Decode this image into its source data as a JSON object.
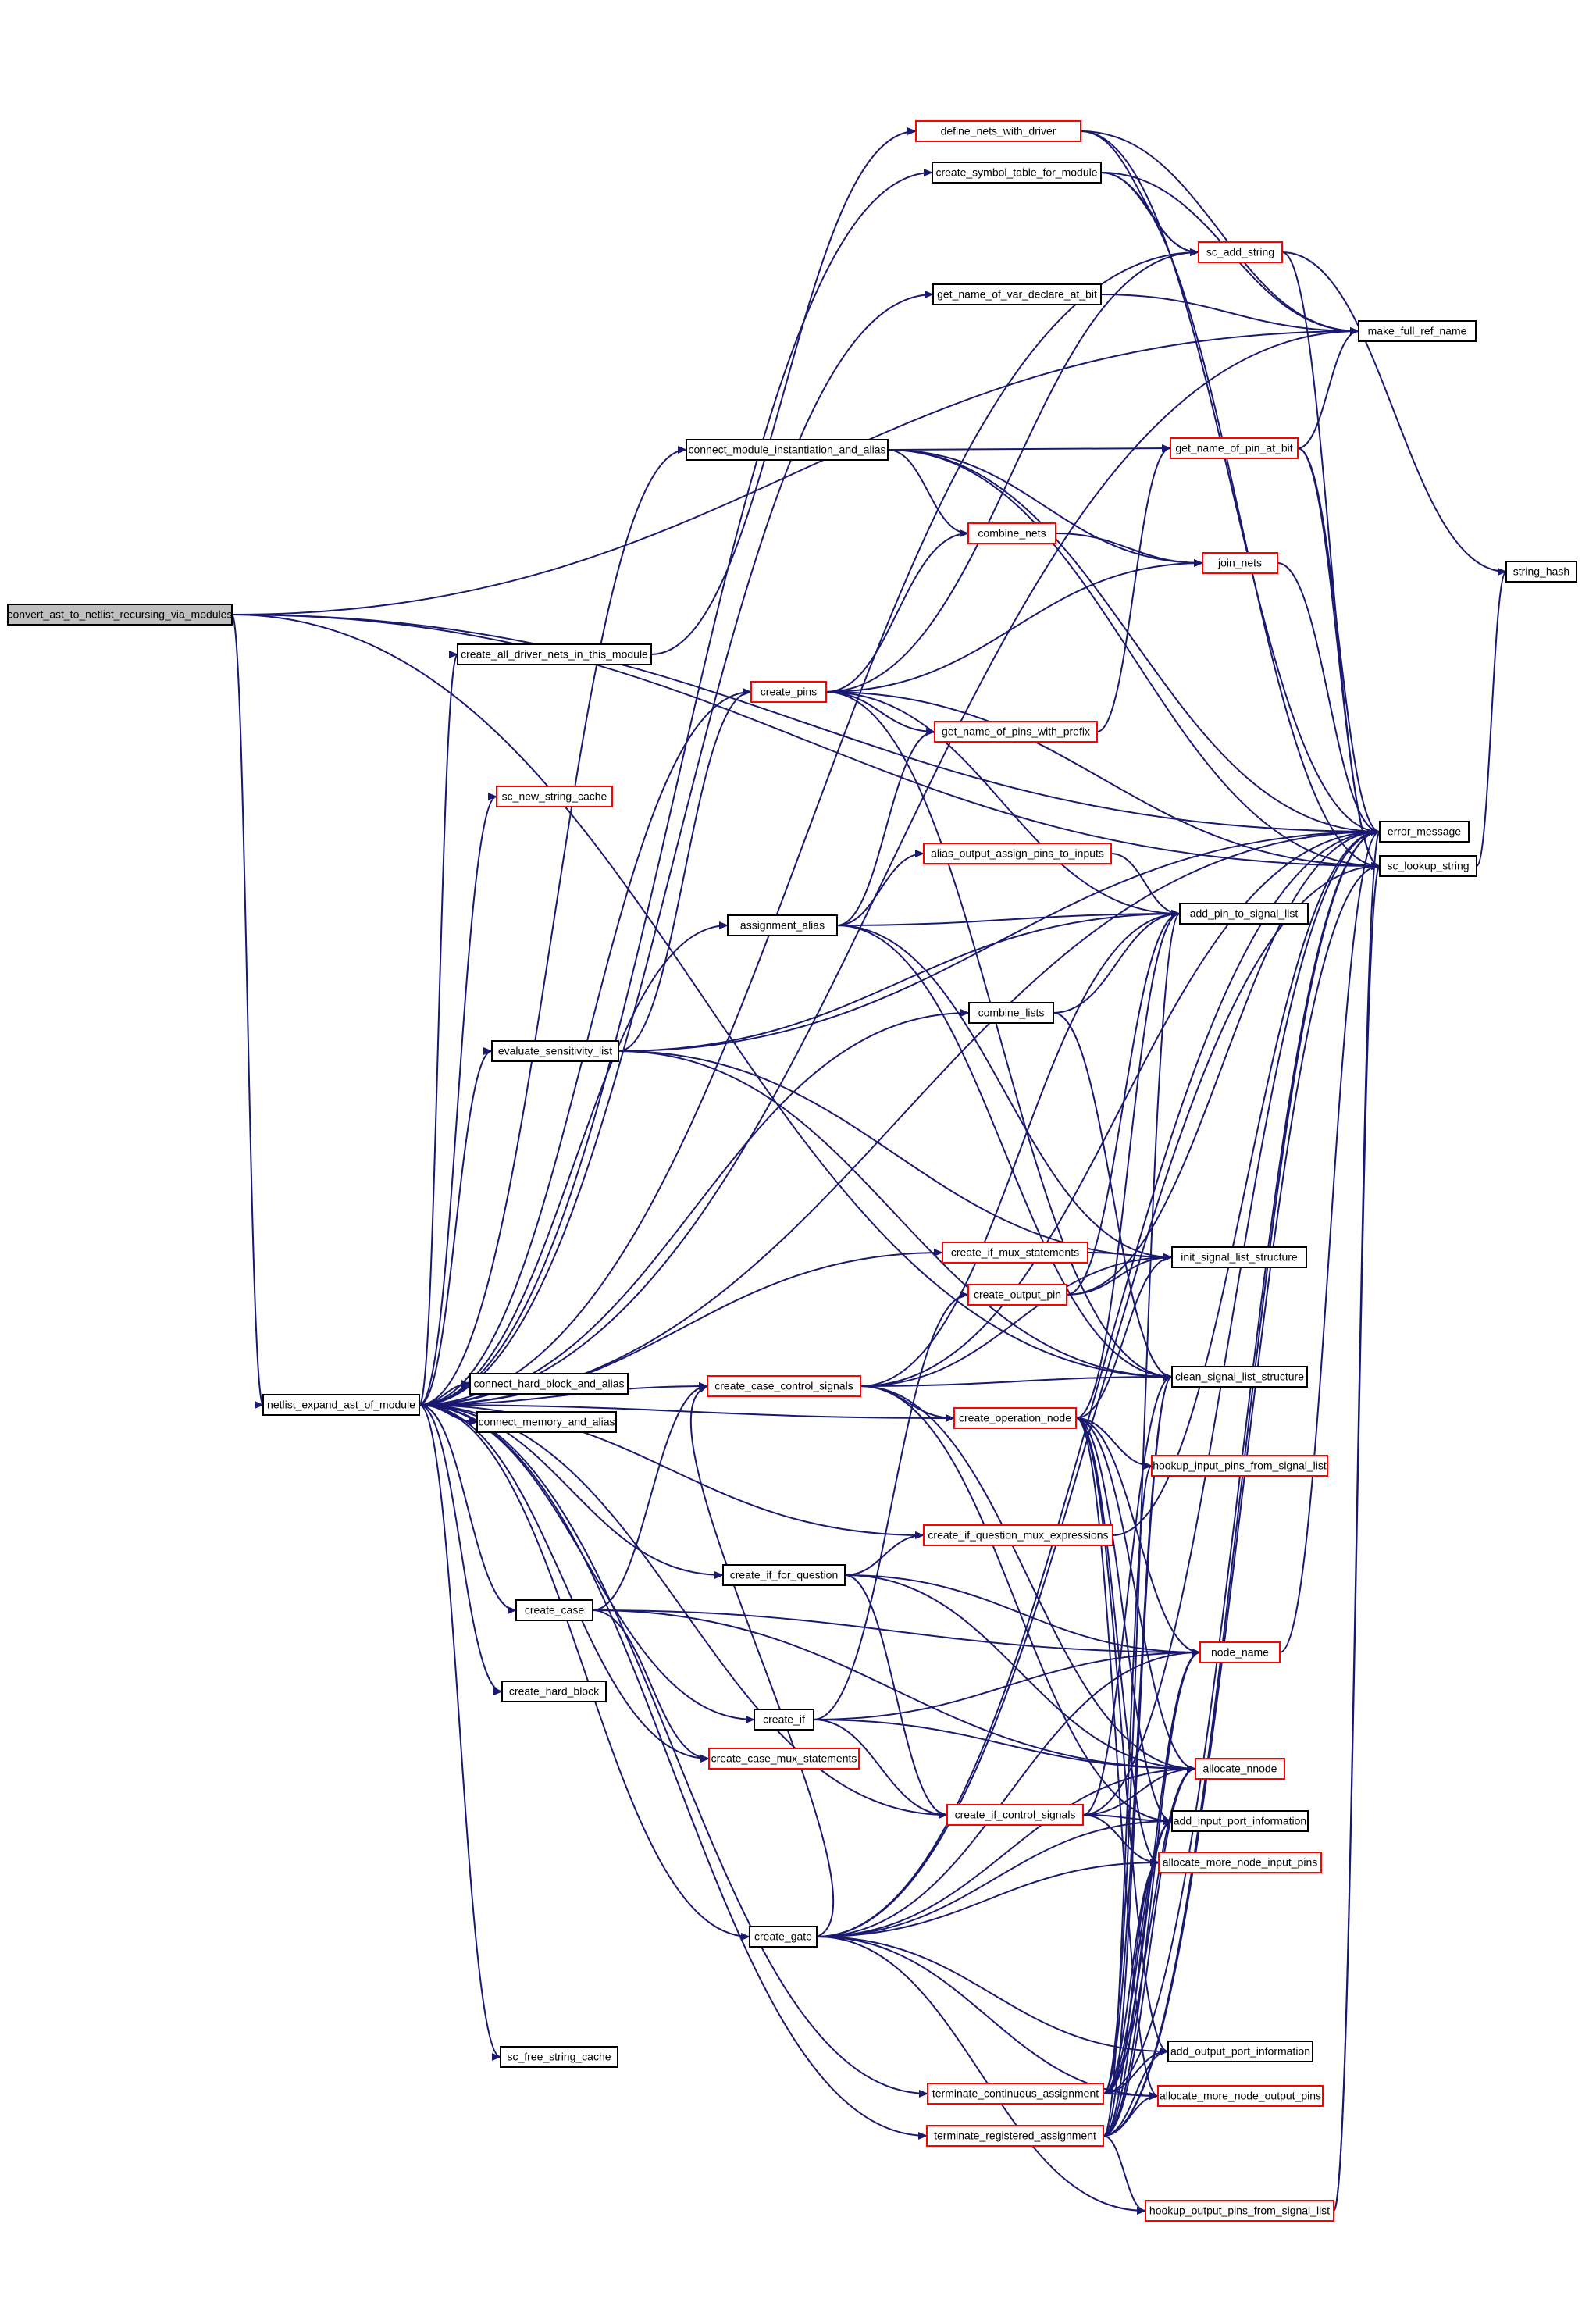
{
  "colors": {
    "edge": "#191970",
    "node_border_normal": "#000000",
    "node_border_incomplete": "#ff0000",
    "node_fill_root": "#bfbfbf",
    "node_fill": "#ffffff"
  },
  "nodes": [
    {
      "id": "root",
      "label": "convert_ast_to_netlist_recursing_via_modules",
      "style": "root"
    },
    {
      "id": "netlist",
      "label": "netlist_expand_ast_of_module",
      "style": "normal"
    },
    {
      "id": "define_nets",
      "label": "define_nets_with_driver",
      "style": "red"
    },
    {
      "id": "create_symbol",
      "label": "create_symbol_table_for_module",
      "style": "normal"
    },
    {
      "id": "sc_add",
      "label": "sc_add_string",
      "style": "red"
    },
    {
      "id": "get_name_var",
      "label": "get_name_of_var_declare_at_bit",
      "style": "normal"
    },
    {
      "id": "make_full",
      "label": "make_full_ref_name",
      "style": "normal"
    },
    {
      "id": "connect_module",
      "label": "connect_module_instantiation_and_alias",
      "style": "normal"
    },
    {
      "id": "get_name_pin",
      "label": "get_name_of_pin_at_bit",
      "style": "red"
    },
    {
      "id": "combine_nets",
      "label": "combine_nets",
      "style": "red"
    },
    {
      "id": "join_nets",
      "label": "join_nets",
      "style": "red"
    },
    {
      "id": "string_hash",
      "label": "string_hash",
      "style": "normal"
    },
    {
      "id": "create_all",
      "label": "create_all_driver_nets_in_this_module",
      "style": "normal"
    },
    {
      "id": "create_pins",
      "label": "create_pins",
      "style": "red"
    },
    {
      "id": "get_name_pins_prefix",
      "label": "get_name_of_pins_with_prefix",
      "style": "red"
    },
    {
      "id": "sc_new",
      "label": "sc_new_string_cache",
      "style": "red"
    },
    {
      "id": "error_message",
      "label": "error_message",
      "style": "normal"
    },
    {
      "id": "sc_lookup",
      "label": "sc_lookup_string",
      "style": "normal"
    },
    {
      "id": "alias_output",
      "label": "alias_output_assign_pins_to_inputs",
      "style": "red"
    },
    {
      "id": "add_pin",
      "label": "add_pin_to_signal_list",
      "style": "normal"
    },
    {
      "id": "assignment_alias",
      "label": "assignment_alias",
      "style": "normal"
    },
    {
      "id": "combine_lists",
      "label": "combine_lists",
      "style": "normal"
    },
    {
      "id": "evaluate",
      "label": "evaluate_sensitivity_list",
      "style": "normal"
    },
    {
      "id": "create_if_mux",
      "label": "create_if_mux_statements",
      "style": "red"
    },
    {
      "id": "init_signal",
      "label": "init_signal_list_structure",
      "style": "normal"
    },
    {
      "id": "create_output_pin",
      "label": "create_output_pin",
      "style": "red"
    },
    {
      "id": "clean_signal",
      "label": "clean_signal_list_structure",
      "style": "normal"
    },
    {
      "id": "create_case_control",
      "label": "create_case_control_signals",
      "style": "red"
    },
    {
      "id": "connect_hard",
      "label": "connect_hard_block_and_alias",
      "style": "normal"
    },
    {
      "id": "create_operation",
      "label": "create_operation_node",
      "style": "red"
    },
    {
      "id": "connect_memory",
      "label": "connect_memory_and_alias",
      "style": "normal"
    },
    {
      "id": "hookup_input",
      "label": "hookup_input_pins_from_signal_list",
      "style": "red"
    },
    {
      "id": "create_if_question_mux",
      "label": "create_if_question_mux_expressions",
      "style": "red"
    },
    {
      "id": "create_if_for_question",
      "label": "create_if_for_question",
      "style": "normal"
    },
    {
      "id": "create_case",
      "label": "create_case",
      "style": "normal"
    },
    {
      "id": "node_name",
      "label": "node_name",
      "style": "red"
    },
    {
      "id": "create_hard_block",
      "label": "create_hard_block",
      "style": "normal"
    },
    {
      "id": "create_if",
      "label": "create_if",
      "style": "normal"
    },
    {
      "id": "create_case_mux",
      "label": "create_case_mux_statements",
      "style": "red"
    },
    {
      "id": "allocate_nnode",
      "label": "allocate_nnode",
      "style": "red"
    },
    {
      "id": "create_if_control",
      "label": "create_if_control_signals",
      "style": "red"
    },
    {
      "id": "add_input_port",
      "label": "add_input_port_information",
      "style": "normal"
    },
    {
      "id": "allocate_more_input",
      "label": "allocate_more_node_input_pins",
      "style": "red"
    },
    {
      "id": "create_gate",
      "label": "create_gate",
      "style": "normal"
    },
    {
      "id": "add_output_port",
      "label": "add_output_port_information",
      "style": "normal"
    },
    {
      "id": "sc_free",
      "label": "sc_free_string_cache",
      "style": "normal"
    },
    {
      "id": "terminate_continuous",
      "label": "terminate_continuous_assignment",
      "style": "red"
    },
    {
      "id": "allocate_more_output",
      "label": "allocate_more_node_output_pins",
      "style": "red"
    },
    {
      "id": "terminate_registered",
      "label": "terminate_registered_assignment",
      "style": "red"
    },
    {
      "id": "hookup_output",
      "label": "hookup_output_pins_from_signal_list",
      "style": "red"
    }
  ],
  "edges": [
    [
      "root",
      "netlist"
    ],
    [
      "root",
      "make_full"
    ],
    [
      "root",
      "error_message"
    ],
    [
      "root",
      "sc_lookup"
    ],
    [
      "root",
      "clean_signal"
    ],
    [
      "netlist",
      "create_all"
    ],
    [
      "netlist",
      "sc_new"
    ],
    [
      "netlist",
      "connect_module"
    ],
    [
      "netlist",
      "create_pins"
    ],
    [
      "netlist",
      "assignment_alias"
    ],
    [
      "netlist",
      "combine_lists"
    ],
    [
      "netlist",
      "evaluate"
    ],
    [
      "netlist",
      "create_if_mux"
    ],
    [
      "netlist",
      "connect_hard"
    ],
    [
      "netlist",
      "connect_memory"
    ],
    [
      "netlist",
      "create_case_control"
    ],
    [
      "netlist",
      "create_operation"
    ],
    [
      "netlist",
      "create_if_question_mux"
    ],
    [
      "netlist",
      "create_if_for_question"
    ],
    [
      "netlist",
      "create_case"
    ],
    [
      "netlist",
      "create_hard_block"
    ],
    [
      "netlist",
      "create_if"
    ],
    [
      "netlist",
      "create_case_mux"
    ],
    [
      "netlist",
      "create_if_control"
    ],
    [
      "netlist",
      "create_gate"
    ],
    [
      "netlist",
      "sc_free"
    ],
    [
      "netlist",
      "terminate_continuous"
    ],
    [
      "netlist",
      "terminate_registered"
    ],
    [
      "netlist",
      "error_message"
    ],
    [
      "netlist",
      "make_full"
    ],
    [
      "netlist",
      "sc_add"
    ],
    [
      "netlist",
      "create_symbol"
    ],
    [
      "netlist",
      "get_name_var"
    ],
    [
      "create_all",
      "define_nets"
    ],
    [
      "define_nets",
      "sc_add"
    ],
    [
      "define_nets",
      "make_full"
    ],
    [
      "define_nets",
      "error_message"
    ],
    [
      "create_symbol",
      "sc_add"
    ],
    [
      "create_symbol",
      "make_full"
    ],
    [
      "create_symbol",
      "sc_lookup"
    ],
    [
      "sc_add",
      "string_hash"
    ],
    [
      "sc_add",
      "sc_lookup"
    ],
    [
      "get_name_var",
      "make_full"
    ],
    [
      "connect_module",
      "combine_nets"
    ],
    [
      "connect_module",
      "join_nets"
    ],
    [
      "connect_module",
      "get_name_pin"
    ],
    [
      "connect_module",
      "error_message"
    ],
    [
      "connect_module",
      "sc_lookup"
    ],
    [
      "get_name_pin",
      "make_full"
    ],
    [
      "get_name_pin",
      "error_message"
    ],
    [
      "get_name_pin",
      "sc_lookup"
    ],
    [
      "combine_nets",
      "join_nets"
    ],
    [
      "join_nets",
      "error_message"
    ],
    [
      "sc_lookup",
      "string_hash"
    ],
    [
      "create_pins",
      "sc_add"
    ],
    [
      "create_pins",
      "combine_nets"
    ],
    [
      "create_pins",
      "join_nets"
    ],
    [
      "create_pins",
      "get_name_pins_prefix"
    ],
    [
      "create_pins",
      "sc_lookup"
    ],
    [
      "create_pins",
      "add_pin"
    ],
    [
      "create_pins",
      "clean_signal"
    ],
    [
      "get_name_pins_prefix",
      "get_name_pin"
    ],
    [
      "assignment_alias",
      "get_name_pins_prefix"
    ],
    [
      "assignment_alias",
      "alias_output"
    ],
    [
      "assignment_alias",
      "add_pin"
    ],
    [
      "assignment_alias",
      "init_signal"
    ],
    [
      "assignment_alias",
      "clean_signal"
    ],
    [
      "alias_output",
      "add_pin"
    ],
    [
      "combine_lists",
      "add_pin"
    ],
    [
      "combine_lists",
      "clean_signal"
    ],
    [
      "evaluate",
      "create_pins"
    ],
    [
      "evaluate",
      "add_pin"
    ],
    [
      "evaluate",
      "init_signal"
    ],
    [
      "evaluate",
      "clean_signal"
    ],
    [
      "evaluate",
      "error_message"
    ],
    [
      "create_if_mux",
      "init_signal"
    ],
    [
      "create_output_pin",
      "init_signal"
    ],
    [
      "create_output_pin",
      "add_pin"
    ],
    [
      "create_output_pin",
      "error_message"
    ],
    [
      "create_case_control",
      "create_operation"
    ],
    [
      "create_case_control",
      "clean_signal"
    ],
    [
      "create_case_control",
      "init_signal"
    ],
    [
      "create_case_control",
      "add_pin"
    ],
    [
      "create_case_control",
      "error_message"
    ],
    [
      "create_case_control",
      "add_input_port"
    ],
    [
      "create_case_control",
      "allocate_nnode"
    ],
    [
      "create_operation",
      "hookup_input"
    ],
    [
      "create_operation",
      "node_name"
    ],
    [
      "create_operation",
      "allocate_nnode"
    ],
    [
      "create_operation",
      "add_input_port"
    ],
    [
      "create_operation",
      "allocate_more_input"
    ],
    [
      "create_operation",
      "add_output_port"
    ],
    [
      "create_operation",
      "allocate_more_output"
    ],
    [
      "create_operation",
      "add_pin"
    ],
    [
      "create_operation",
      "init_signal"
    ],
    [
      "create_if_question_mux",
      "error_message"
    ],
    [
      "create_if_for_question",
      "create_if_question_mux"
    ],
    [
      "create_if_for_question",
      "node_name"
    ],
    [
      "create_if_for_question",
      "allocate_nnode"
    ],
    [
      "create_if_for_question",
      "create_if_control"
    ],
    [
      "create_case",
      "create_case_control"
    ],
    [
      "create_case",
      "create_case_mux"
    ],
    [
      "create_case",
      "node_name"
    ],
    [
      "create_case",
      "allocate_nnode"
    ],
    [
      "create_if",
      "create_output_pin"
    ],
    [
      "create_if",
      "node_name"
    ],
    [
      "create_if",
      "allocate_nnode"
    ],
    [
      "create_if",
      "create_if_control"
    ],
    [
      "create_if_control",
      "clean_signal"
    ],
    [
      "create_if_control",
      "allocate_nnode"
    ],
    [
      "create_if_control",
      "add_input_port"
    ],
    [
      "create_if_control",
      "allocate_more_input"
    ],
    [
      "create_if_control",
      "error_message"
    ],
    [
      "create_gate",
      "node_name"
    ],
    [
      "create_gate",
      "allocate_nnode"
    ],
    [
      "create_gate",
      "add_input_port"
    ],
    [
      "create_gate",
      "allocate_more_input"
    ],
    [
      "create_gate",
      "add_output_port"
    ],
    [
      "create_gate",
      "allocate_more_output"
    ],
    [
      "create_gate",
      "hookup_output"
    ],
    [
      "create_gate",
      "error_message"
    ],
    [
      "create_gate",
      "create_case_control"
    ],
    [
      "create_gate",
      "sc_lookup"
    ],
    [
      "terminate_continuous",
      "node_name"
    ],
    [
      "terminate_continuous",
      "allocate_nnode"
    ],
    [
      "terminate_continuous",
      "add_input_port"
    ],
    [
      "terminate_continuous",
      "allocate_more_input"
    ],
    [
      "terminate_continuous",
      "add_output_port"
    ],
    [
      "terminate_continuous",
      "allocate_more_output"
    ],
    [
      "terminate_continuous",
      "clean_signal"
    ],
    [
      "terminate_continuous",
      "add_pin"
    ],
    [
      "terminate_continuous",
      "error_message"
    ],
    [
      "terminate_registered",
      "node_name"
    ],
    [
      "terminate_registered",
      "allocate_nnode"
    ],
    [
      "terminate_registered",
      "add_input_port"
    ],
    [
      "terminate_registered",
      "allocate_more_input"
    ],
    [
      "terminate_registered",
      "add_output_port"
    ],
    [
      "terminate_registered",
      "allocate_more_output"
    ],
    [
      "terminate_registered",
      "clean_signal"
    ],
    [
      "terminate_registered",
      "hookup_input"
    ],
    [
      "terminate_registered",
      "sc_lookup"
    ],
    [
      "terminate_registered",
      "error_message"
    ],
    [
      "terminate_registered",
      "hookup_output"
    ],
    [
      "hookup_output",
      "error_message"
    ],
    [
      "hookup_output",
      "sc_lookup"
    ],
    [
      "node_name",
      "error_message"
    ]
  ]
}
